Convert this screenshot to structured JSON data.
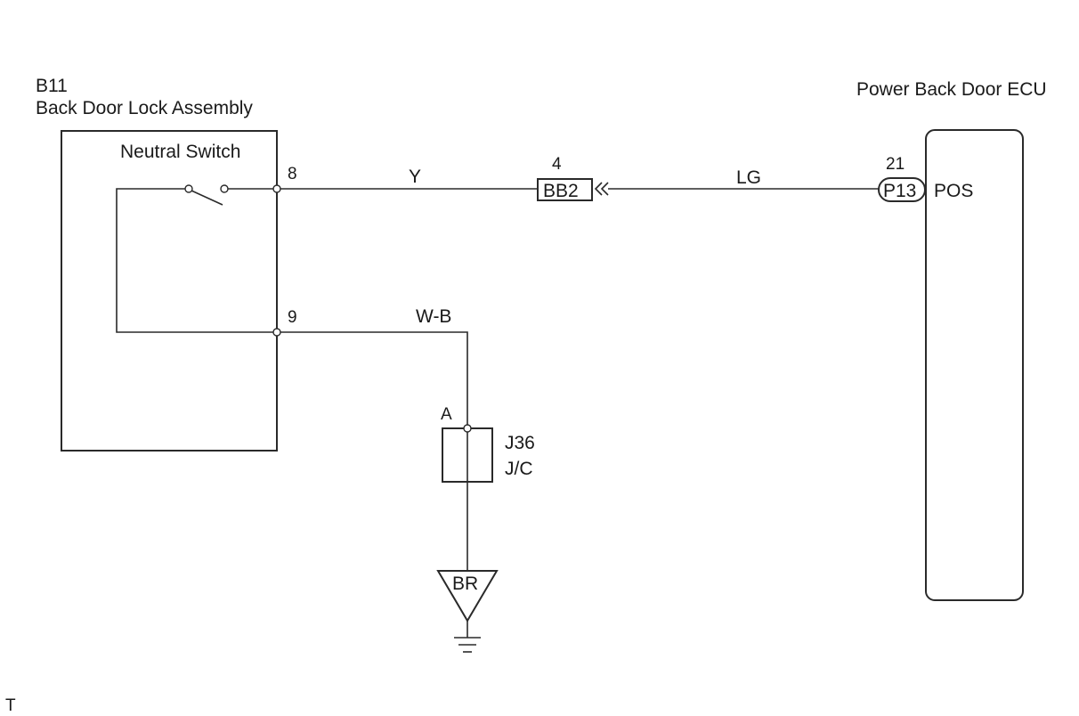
{
  "b11": {
    "code": "B11",
    "name": "Back Door Lock Assembly",
    "switch_label": "Neutral Switch",
    "pin_8": "8",
    "pin_9": "9"
  },
  "wires": {
    "y": "Y",
    "lg": "LG",
    "wb": "W-B"
  },
  "connector_bb2": {
    "pin": "4",
    "label": "BB2"
  },
  "junction": {
    "terminal": "A",
    "code": "J36",
    "name": "J/C"
  },
  "ground": {
    "label": "BR"
  },
  "ecu": {
    "name": "Power Back Door ECU",
    "pin": "21",
    "connector": "P13",
    "terminal": "POS"
  },
  "footer": {
    "mark": "T"
  }
}
